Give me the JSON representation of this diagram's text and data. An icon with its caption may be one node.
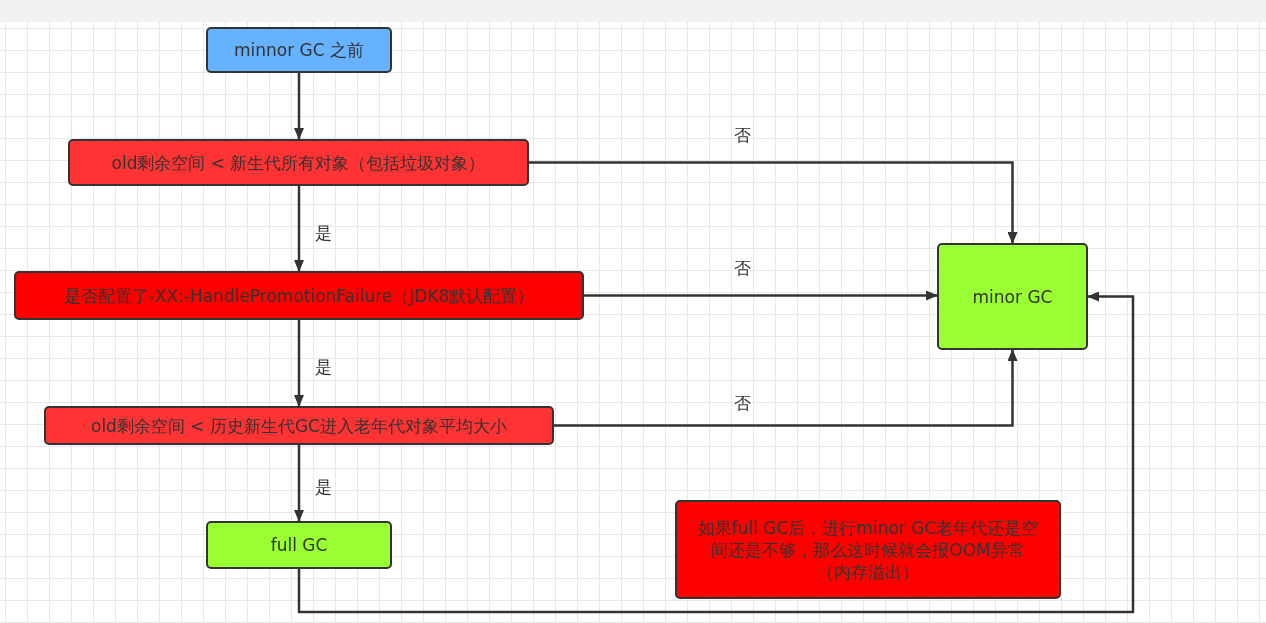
{
  "diagram": {
    "nodes": [
      {
        "text": [
          "minnor GC 之前"
        ]
      },
      {
        "text": [
          "old剩余空间 < 新生代所有对象（包括垃圾对象）"
        ]
      },
      {
        "text": [
          "是否配置了-XX:-HandlePromotionFailure（JDK8默认配置）"
        ]
      },
      {
        "text": [
          "old剩余空间 < 历史新生代GC进入老年代对象平均大小"
        ]
      },
      {
        "text": [
          "full GC"
        ]
      },
      {
        "text": [
          "minor GC"
        ]
      },
      {
        "text": [
          "如果full GC后，进行minor GC老年代还是空间还是不够，那么这时候就会报OOM异常（内存溢出）"
        ]
      }
    ],
    "edges": [
      {
        "from": 0,
        "to": 1,
        "arrow": "to"
      },
      {
        "from": 1,
        "to": 2,
        "arrow": "to",
        "label": "是"
      },
      {
        "from": 2,
        "to": 3,
        "arrow": "to",
        "label": "是"
      },
      {
        "from": 3,
        "to": 4,
        "arrow": "to",
        "label": "是"
      },
      {
        "from": 1,
        "to": 5,
        "arrow": "to",
        "label": "否"
      },
      {
        "from": 2,
        "to": 5,
        "arrow": "to",
        "label": "否"
      },
      {
        "from": 3,
        "to": 5,
        "arrow": "to",
        "label": "否"
      },
      {
        "from": 4,
        "to": 5,
        "arrow": "to"
      }
    ]
  }
}
